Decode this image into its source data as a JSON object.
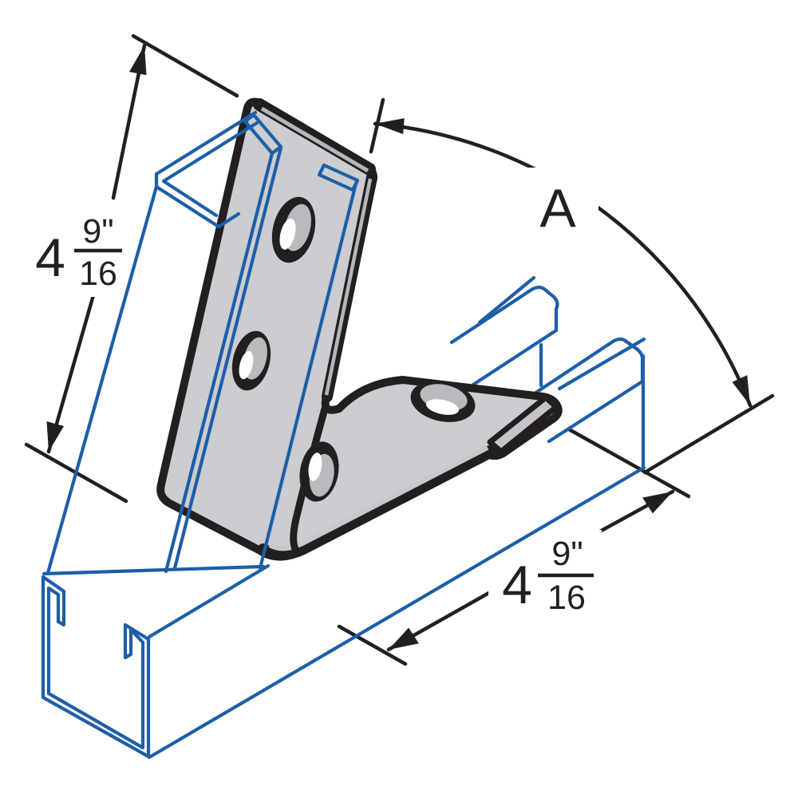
{
  "drawing": {
    "type": "isometric technical drawing",
    "subject": "90 degree 5-hole angle bracket fitting connecting two strut channels",
    "dimension_upper": {
      "whole": "4",
      "numerator": "9\"",
      "denominator": "16"
    },
    "dimension_lower": {
      "whole": "4",
      "numerator": "9\"",
      "denominator": "16"
    },
    "angle_label": "A",
    "colors": {
      "channel_blue": "#1d5fa7",
      "outline_black": "#231f20",
      "bracket_face_gray": "#cbcdd0",
      "bracket_edge_gray": "#b4b6b9",
      "bracket_end_gray": "#c3c5c8",
      "hole_inner_gray": "#b8babd",
      "background": "#ffffff"
    }
  }
}
